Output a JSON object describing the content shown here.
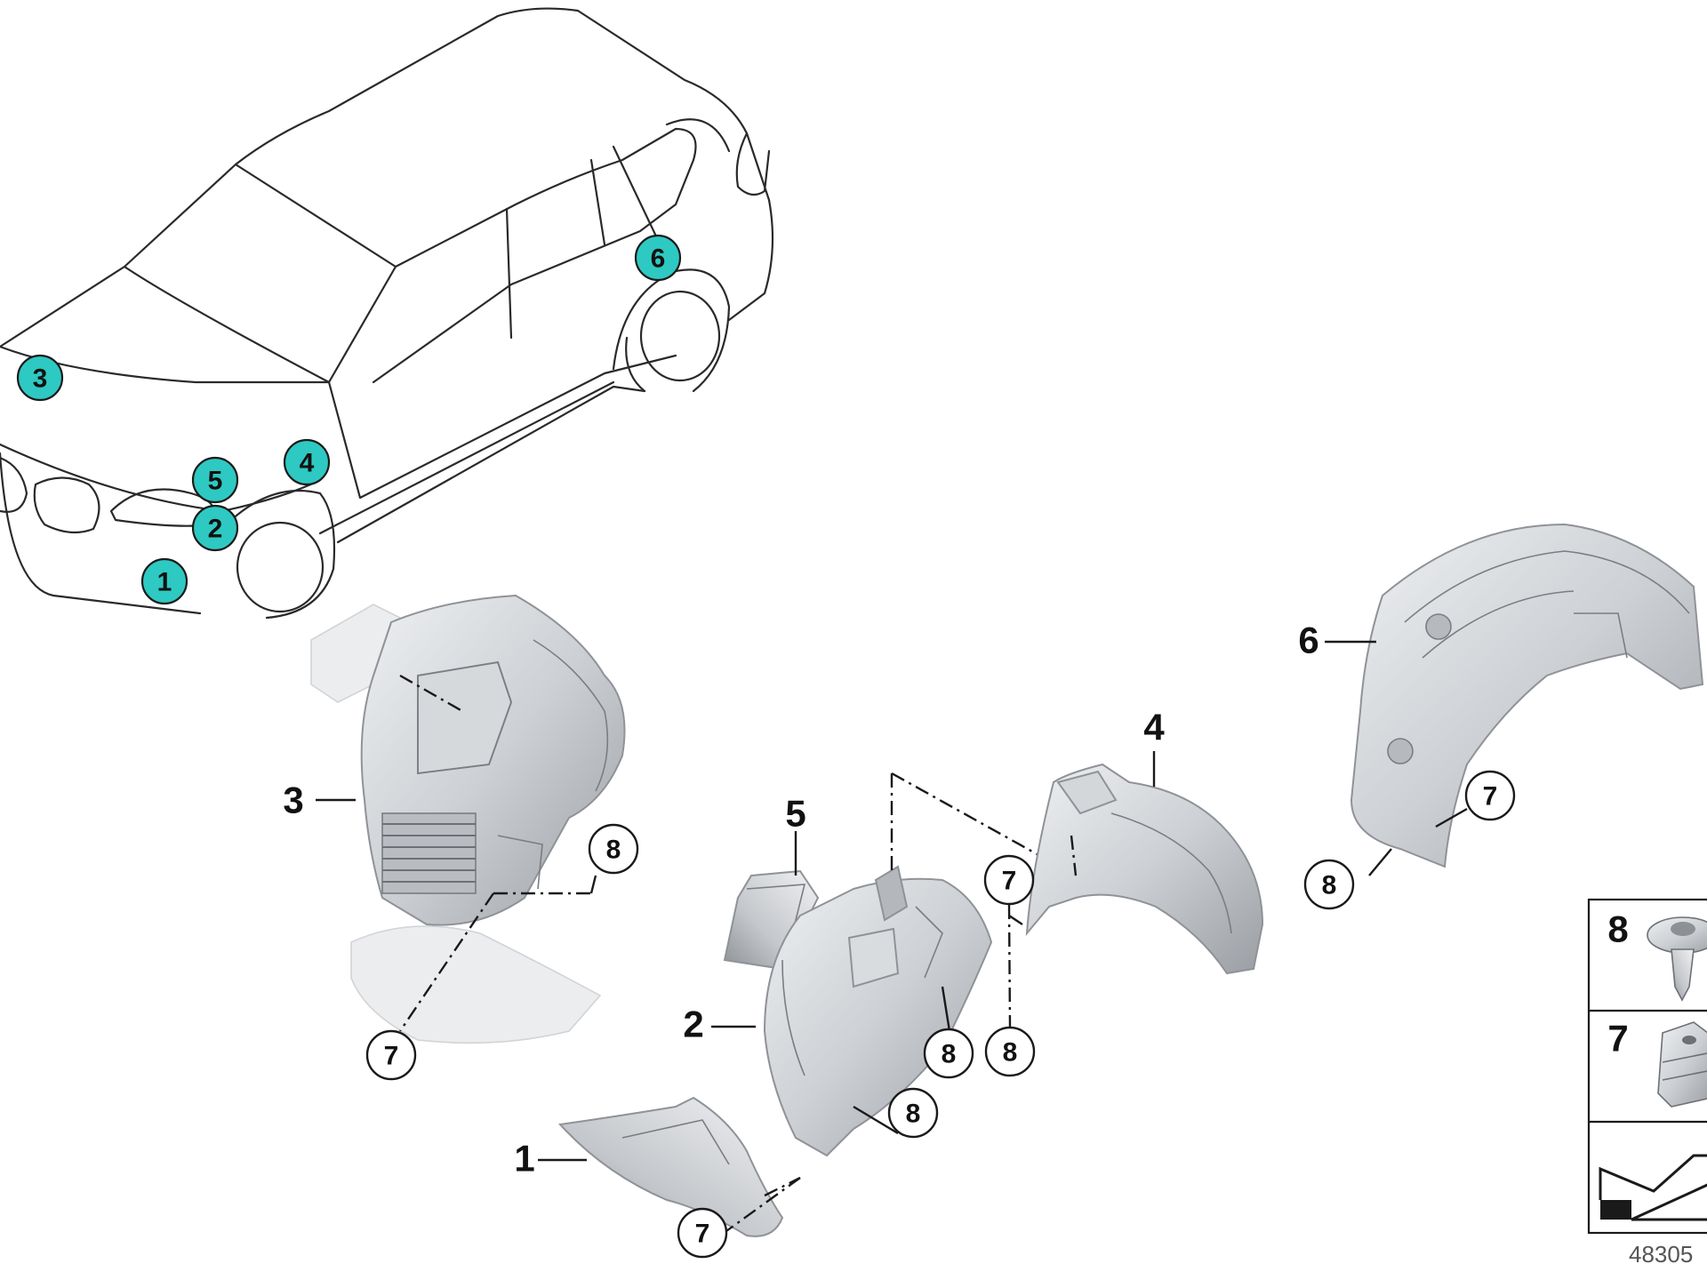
{
  "car_markers": [
    {
      "id": "car-marker-1",
      "label": "1"
    },
    {
      "id": "car-marker-2",
      "label": "2"
    },
    {
      "id": "car-marker-3",
      "label": "3"
    },
    {
      "id": "car-marker-4",
      "label": "4"
    },
    {
      "id": "car-marker-5",
      "label": "5"
    },
    {
      "id": "car-marker-6",
      "label": "6"
    }
  ],
  "part_labels": {
    "p1": "1",
    "p2": "2",
    "p3": "3",
    "p4": "4",
    "p5": "5",
    "p6": "6"
  },
  "callouts": {
    "c1": "8",
    "c2": "7",
    "c3": "8",
    "c4": "8",
    "c5": "7",
    "c6": "8",
    "c7": "7",
    "c8": "7",
    "c9": "8"
  },
  "legend": {
    "row1_label": "8",
    "row2_label": "7"
  },
  "reference_number": "48305",
  "colors": {
    "marker_fill": "#2ec9c2",
    "part_fill": "#c9ccd0"
  }
}
